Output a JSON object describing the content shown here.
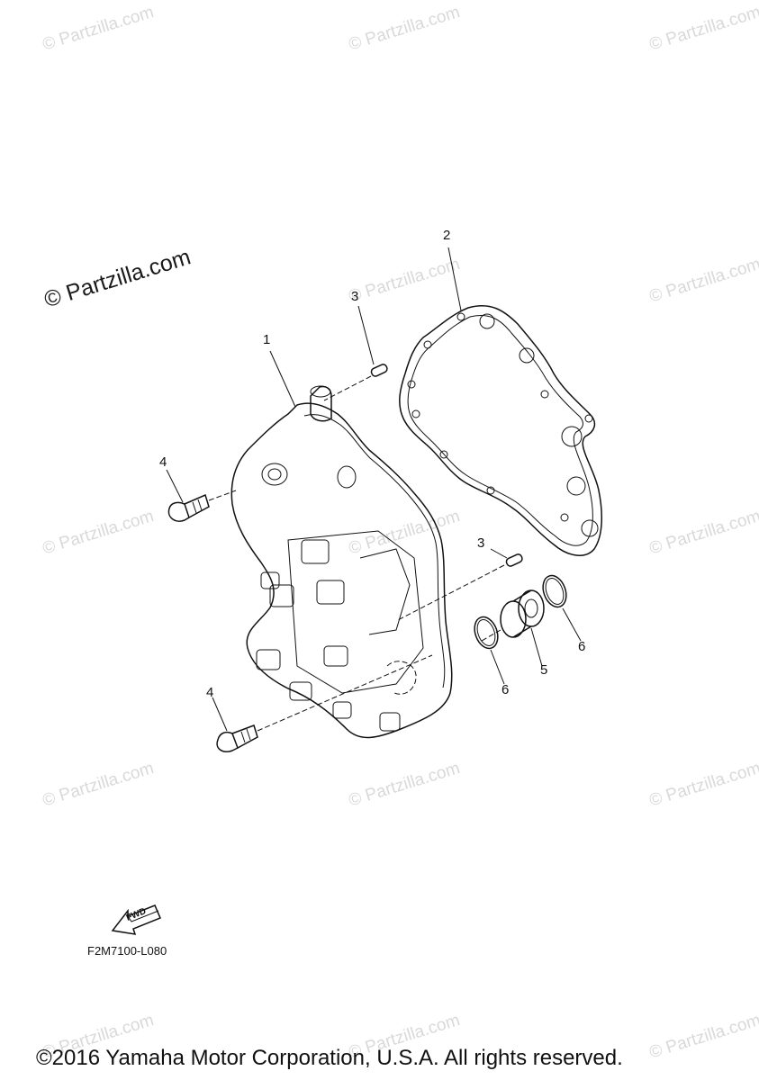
{
  "watermarks": {
    "small": "© Partzilla.com",
    "large": "© Partzilla.com"
  },
  "callouts": {
    "c1": "1",
    "c2": "2",
    "c3a": "3",
    "c3b": "3",
    "c4a": "4",
    "c4b": "4",
    "c5": "5",
    "c6a": "6",
    "c6b": "6"
  },
  "fwd_label": "FWD",
  "diagram_code": "F2M7100-L080",
  "copyright": "©2016 Yamaha Motor Corporation, U.S.A. All rights reserved.",
  "colors": {
    "line": "#111111",
    "watermark": "#d9d9d9"
  }
}
